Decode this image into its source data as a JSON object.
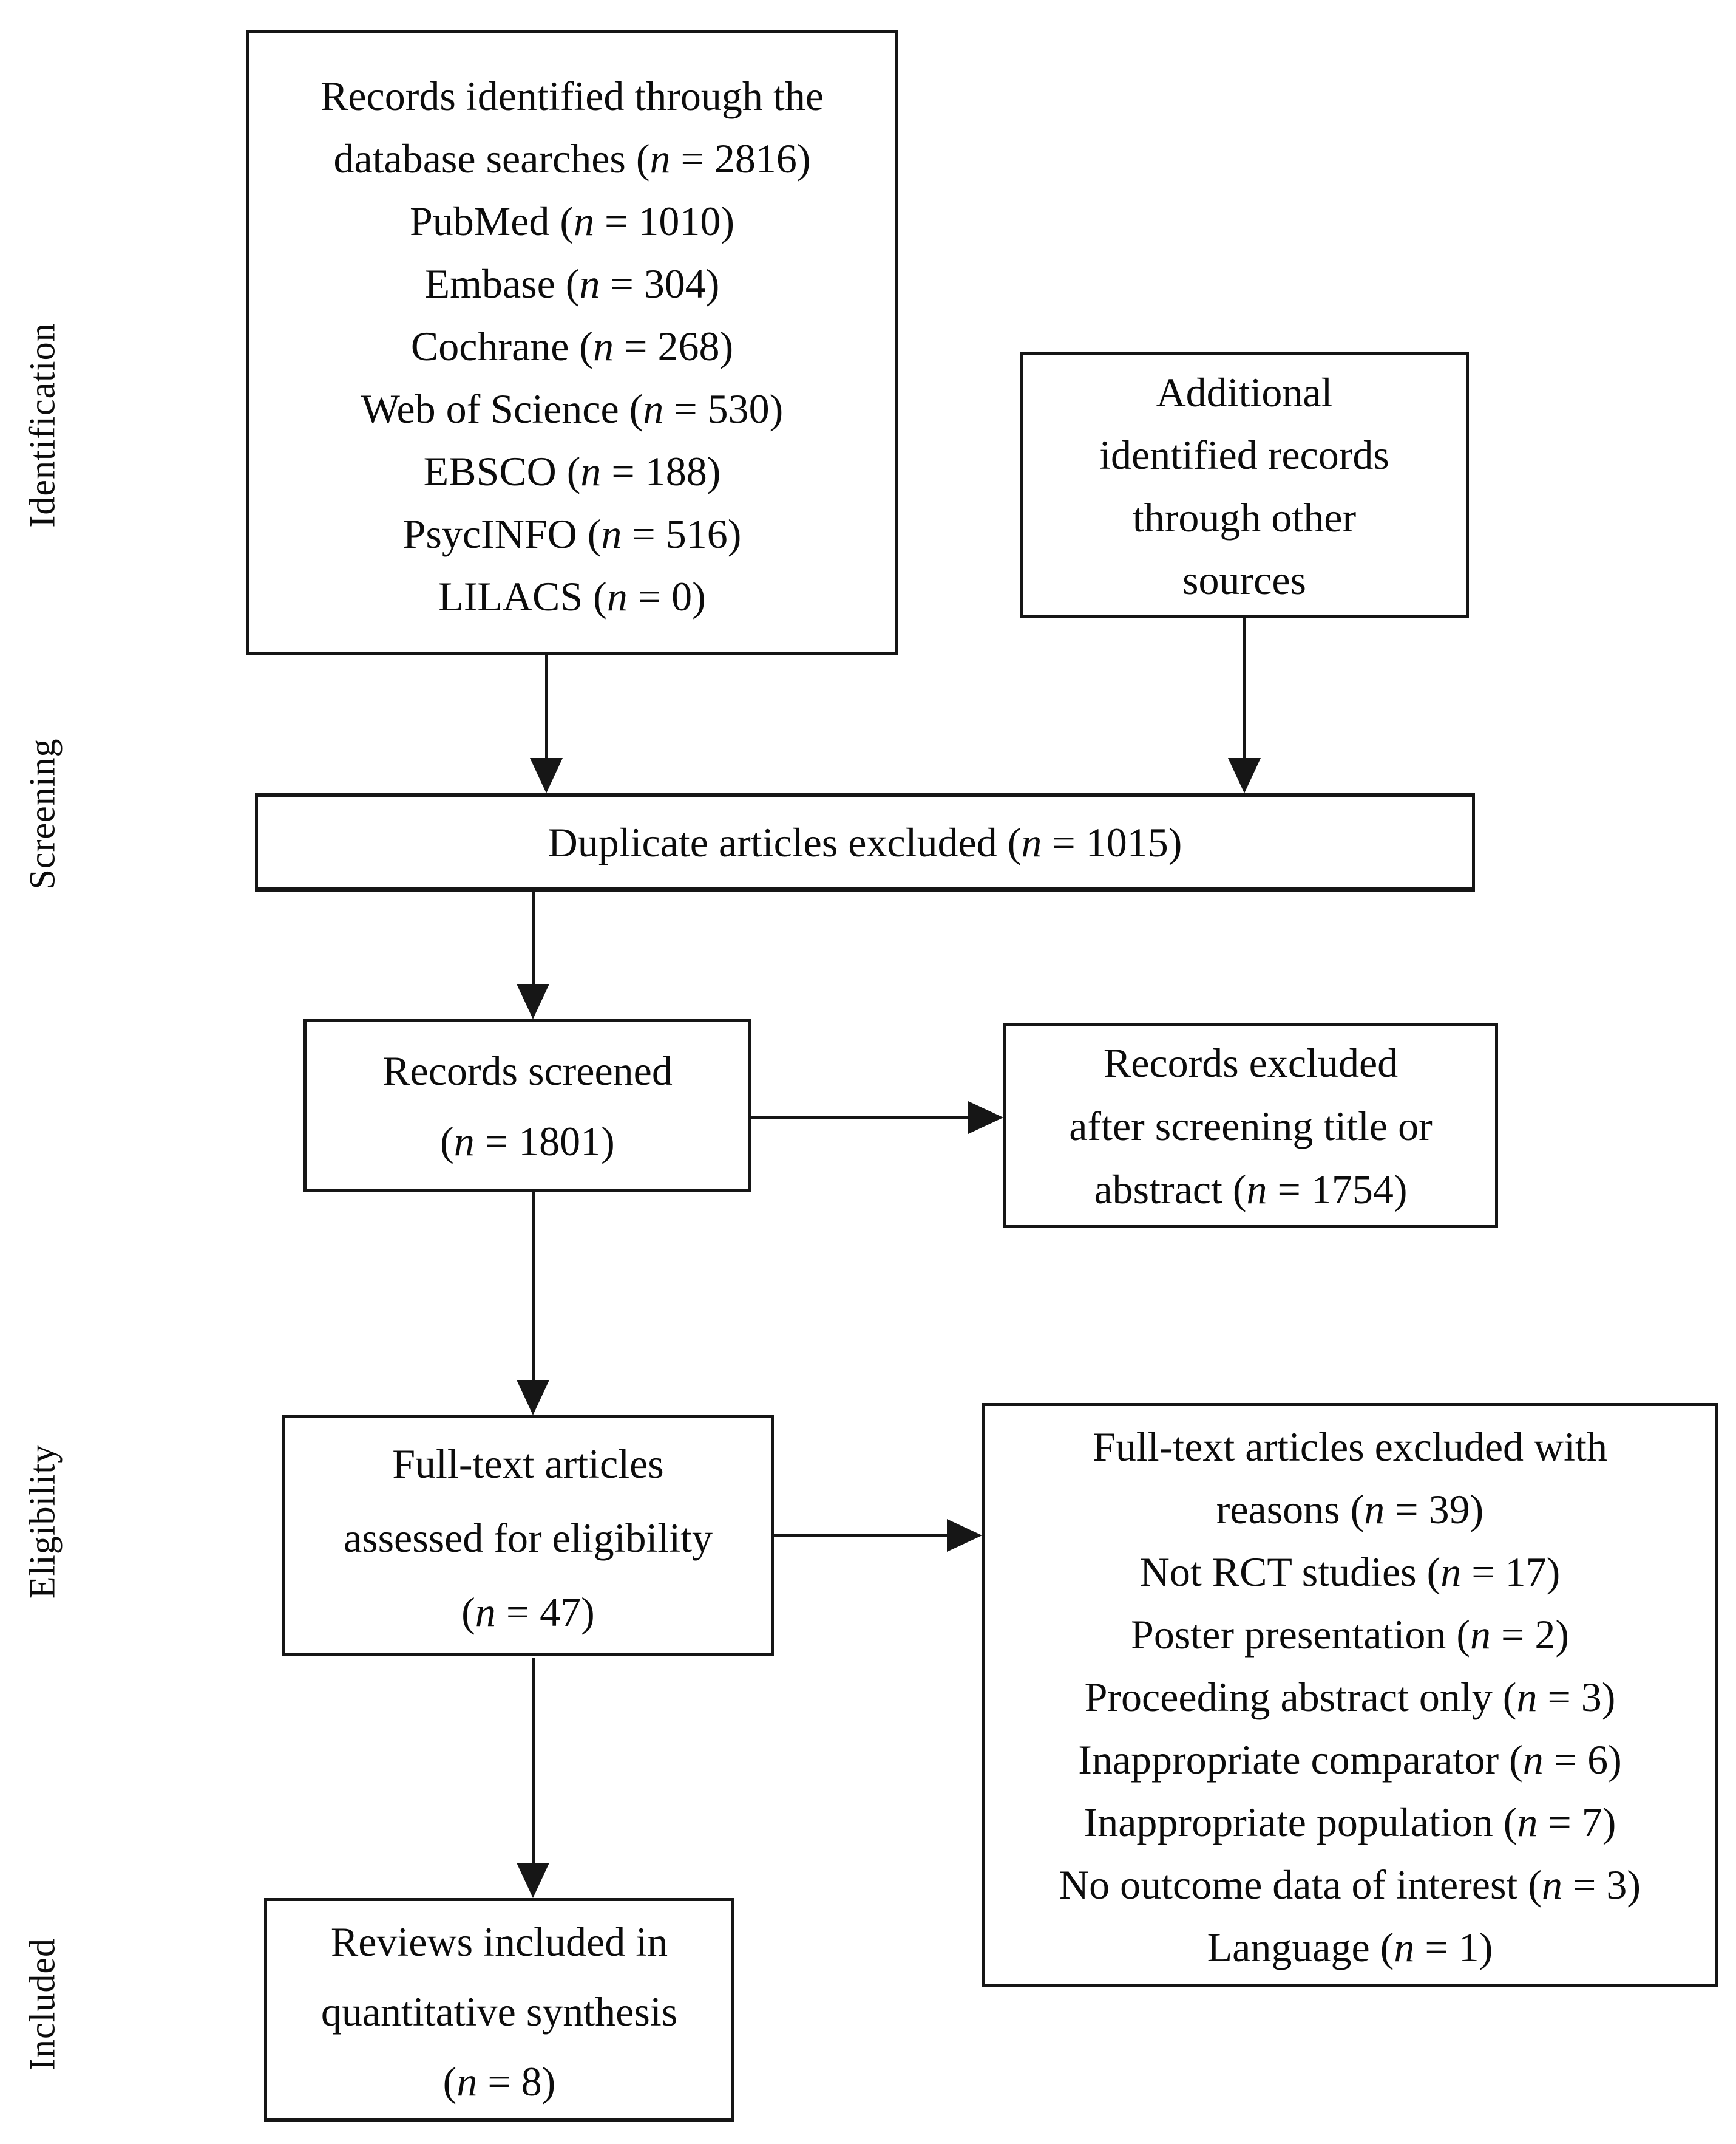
{
  "figure": {
    "stages": [
      "Identification",
      "Screening",
      "Eligibility",
      "Included"
    ],
    "boxes": {
      "identified": {
        "lines": [
          "Records identified through the",
          "database searches (n = 2816)",
          "PubMed (n = 1010)",
          "Embase (n = 304)",
          "Cochrane (n = 268)",
          "Web of Science (n = 530)",
          "EBSCO (n = 188)",
          "PsycINFO (n = 516)",
          "LILACS (n = 0)"
        ]
      },
      "additional": {
        "lines": [
          "Additional",
          "identified records",
          "through other",
          "sources"
        ]
      },
      "duplicates": {
        "label": "Duplicate articles excluded (n = 1015)"
      },
      "screened": {
        "lines": [
          "Records screened",
          "(n = 1801)"
        ]
      },
      "screen_excluded": {
        "lines": [
          "Records excluded",
          "after screening title or",
          "abstract (n = 1754)"
        ]
      },
      "fulltext": {
        "lines": [
          "Full-text articles",
          "assessed for eligibility",
          "(n = 47)"
        ]
      },
      "fulltext_excluded": {
        "lines": [
          "Full-text articles excluded with",
          "reasons (n = 39)",
          "Not RCT studies (n = 17)",
          "Poster presentation (n = 2)",
          "Proceeding abstract only (n = 3)",
          "Inappropriate comparator (n = 6)",
          "Inappropriate population (n = 7)",
          "No outcome data of interest (n = 3)",
          "Language (n = 1)"
        ]
      },
      "included": {
        "lines": [
          "Reviews included in",
          "quantitative synthesis",
          "(n = 8)"
        ]
      }
    },
    "colors": {
      "ink": "#161616",
      "background": "#ffffff"
    }
  }
}
